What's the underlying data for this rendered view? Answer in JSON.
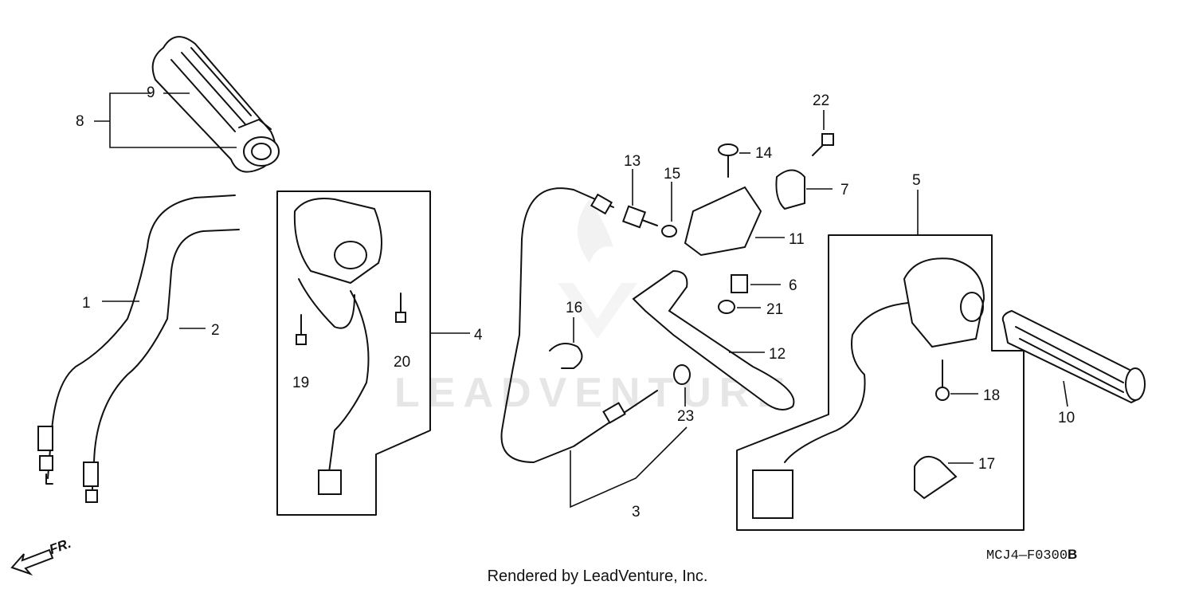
{
  "diagram": {
    "callouts": [
      "1",
      "2",
      "3",
      "4",
      "5",
      "6",
      "7",
      "8",
      "9",
      "10",
      "11",
      "12",
      "13",
      "14",
      "15",
      "16",
      "17",
      "18",
      "19",
      "20",
      "21",
      "22",
      "23"
    ],
    "watermark": "LEADVENTURE",
    "front_indicator": "FR.",
    "diagram_code": "MCJ4—F0300",
    "diagram_code_suffix": "B"
  },
  "footer": {
    "text": "Rendered by LeadVenture, Inc."
  }
}
